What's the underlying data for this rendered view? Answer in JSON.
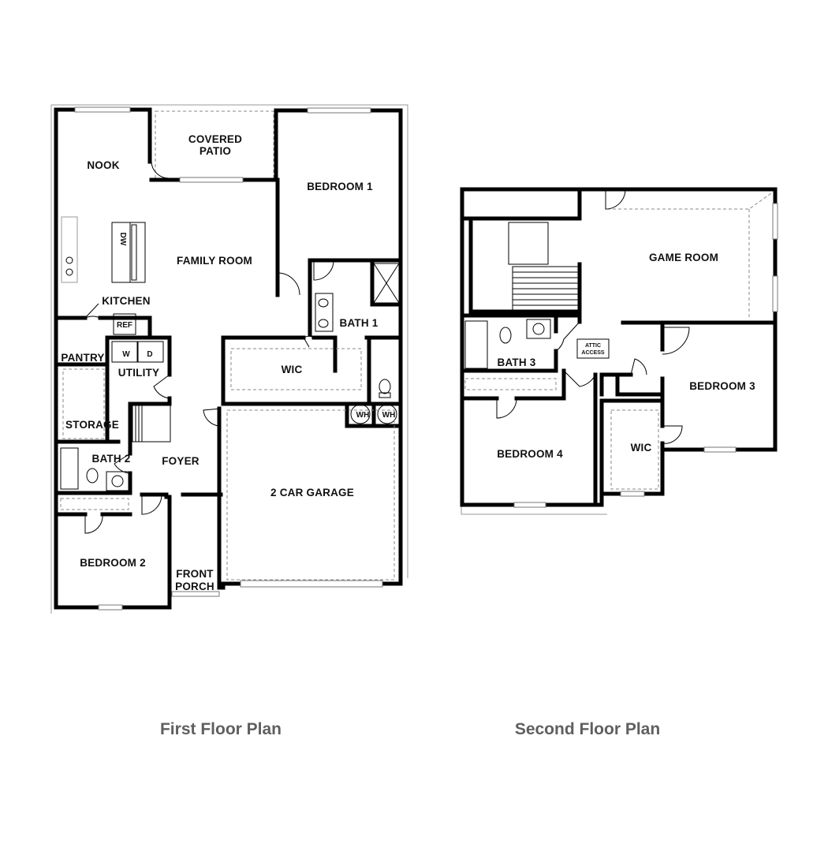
{
  "first_floor": {
    "caption": "First Floor Plan",
    "rooms": {
      "nook": "NOOK",
      "covered_patio_1": "COVERED",
      "covered_patio_2": "PATIO",
      "bedroom_1": "BEDROOM 1",
      "family_room": "FAMILY ROOM",
      "kitchen": "KITCHEN",
      "ref": "REF",
      "pantry": "PANTRY",
      "washer": "W",
      "dryer": "D",
      "utility": "UTILITY",
      "bath_1": "BATH 1",
      "wic": "WIC",
      "storage": "STORAGE",
      "wh_1": "WH",
      "wh_2": "WH",
      "bath_2": "BATH 2",
      "foyer": "FOYER",
      "garage": "2 CAR GARAGE",
      "bedroom_2": "BEDROOM 2",
      "front_porch_1": "FRONT",
      "front_porch_2": "PORCH",
      "dw": "DW"
    }
  },
  "second_floor": {
    "caption": "Second Floor Plan",
    "rooms": {
      "game_room": "GAME ROOM",
      "bath_3": "BATH 3",
      "attic_1": "ATTIC",
      "attic_2": "ACCESS",
      "bedroom_3": "BEDROOM 3",
      "bedroom_4": "BEDROOM 4",
      "wic": "WIC"
    }
  },
  "colors": {
    "wall": "#000000",
    "caption": "#5f5f5f",
    "background": "#ffffff"
  }
}
